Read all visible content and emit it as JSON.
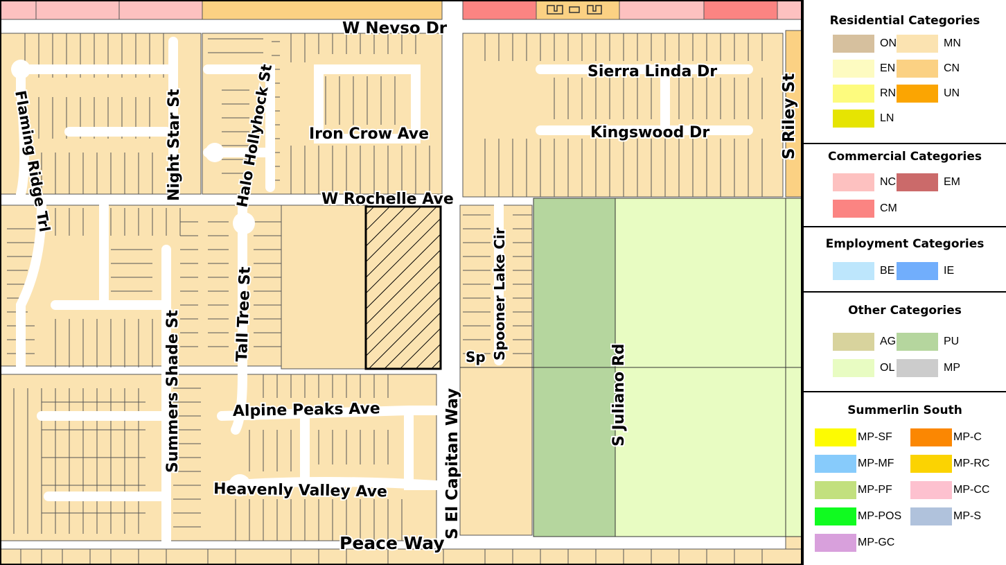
{
  "colors": {
    "parcel_mn": "#fbe3b1",
    "parcel_line": "#555555",
    "road": "#ffffff",
    "ol": "#e8fcc2",
    "pu": "#b5d69e",
    "cn": "#fbd183",
    "nc": "#fdc1c0",
    "cm": "#fb8482",
    "site_hatch": "#000000"
  },
  "roads": {
    "nevso": "W Nevso Dr",
    "sierra": "Sierra Linda Dr",
    "riley": "S Riley St",
    "nightstar": "Night Star St",
    "hollyhock": "Halo Hollyhock St",
    "ironcrow": "Iron Crow Ave",
    "kingswood": "Kingswood Dr",
    "flaming": "Flaming Ridge Trl",
    "rochelle": "W Rochelle Ave",
    "spooner": "Spooner Lake Cir",
    "summers": "Summers Shade St",
    "talltree": "Tall Tree St",
    "juliano": "S Juliano Rd",
    "elcapitan": "S El Capitan Way",
    "sp": "Sp",
    "alpine": "Alpine Peaks Ave",
    "heavenly": "Heavenly Valley Ave",
    "peace": "Peace Way"
  },
  "legend": {
    "residential": {
      "title": "Residential Categories",
      "items": [
        {
          "code": "ON",
          "color": "#d6c09e"
        },
        {
          "code": "MN",
          "color": "#fbe3b1"
        },
        {
          "code": "EN",
          "color": "#fdfbc1"
        },
        {
          "code": "CN",
          "color": "#fbd183"
        },
        {
          "code": "RN",
          "color": "#fdfb7e"
        },
        {
          "code": "UN",
          "color": "#fba502"
        },
        {
          "code": "LN",
          "color": "#e6e402"
        }
      ]
    },
    "commercial": {
      "title": "Commercial Categories",
      "items": [
        {
          "code": "NC",
          "color": "#fdc1c0"
        },
        {
          "code": "EM",
          "color": "#cb6a6a"
        },
        {
          "code": "CM",
          "color": "#fb8482"
        }
      ]
    },
    "employment": {
      "title": "Employment Categories",
      "items": [
        {
          "code": "BE",
          "color": "#bde6fc"
        },
        {
          "code": "IE",
          "color": "#71aefc"
        }
      ]
    },
    "other": {
      "title": "Other Categories",
      "items": [
        {
          "code": "AG",
          "color": "#d8d39d"
        },
        {
          "code": "PU",
          "color": "#b5d69e"
        },
        {
          "code": "OL",
          "color": "#e8fcc2"
        },
        {
          "code": "MP",
          "color": "#cccccc"
        }
      ]
    },
    "summerlin": {
      "title": "Summerlin South",
      "items": [
        {
          "code": "MP-SF",
          "color": "#fdfb02"
        },
        {
          "code": "MP-C",
          "color": "#fb8702"
        },
        {
          "code": "MP-MF",
          "color": "#87cbfb"
        },
        {
          "code": "MP-RC",
          "color": "#fbd302"
        },
        {
          "code": "MP-PF",
          "color": "#c2e07e"
        },
        {
          "code": "MP-CC",
          "color": "#fdc1cf"
        },
        {
          "code": "MP-POS",
          "color": "#10fb20"
        },
        {
          "code": "MP-S",
          "color": "#b0c2dc"
        },
        {
          "code": "MP-GC",
          "color": "#d8a0dc"
        }
      ]
    }
  }
}
